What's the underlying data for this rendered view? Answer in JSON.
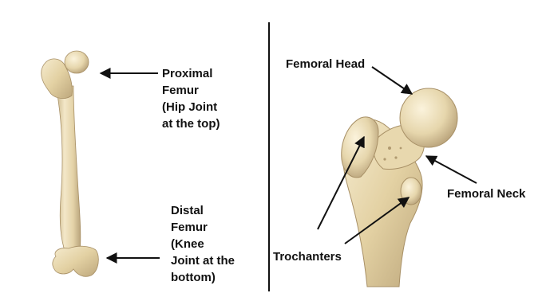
{
  "labels": {
    "proximal": [
      "Proximal",
      "Femur",
      "(Hip Joint",
      "at the top)"
    ],
    "distal": [
      "Distal",
      "Femur",
      "(Knee",
      "Joint at the",
      "bottom)"
    ],
    "femoral_head": "Femoral Head",
    "femoral_neck": "Femoral Neck",
    "trochanters": "Trochanters"
  },
  "colors": {
    "bone": "#e6d6ac",
    "bone_light": "#f6ecd0",
    "bone_shadow": "#b8a27a",
    "arrow": "#111111",
    "divider": "#111111",
    "background": "#ffffff"
  }
}
